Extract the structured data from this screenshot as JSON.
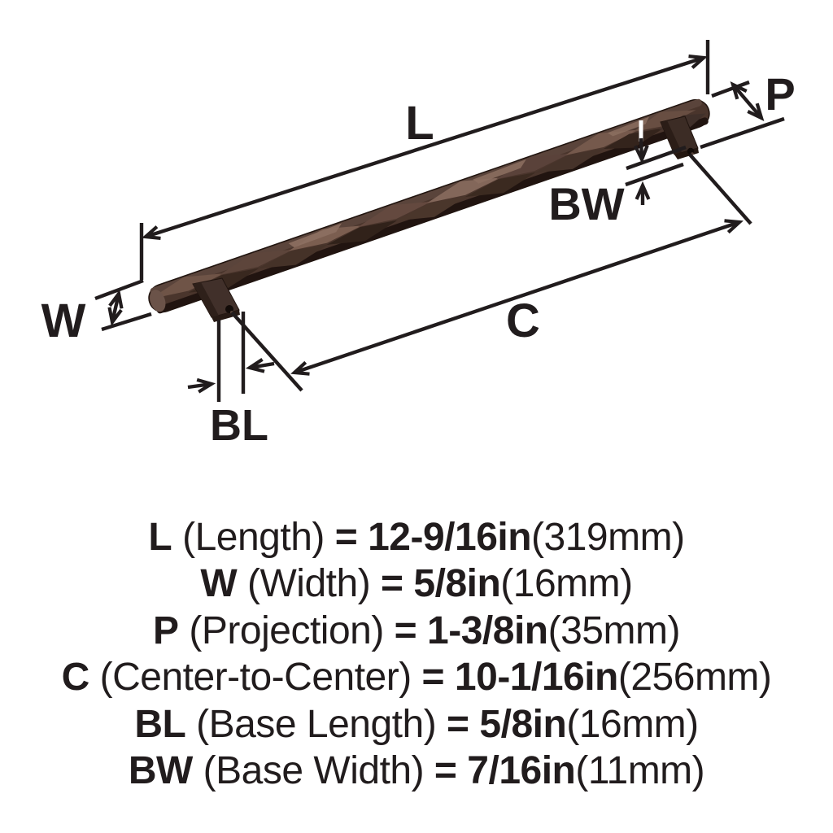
{
  "page": {
    "background": "#ffffff",
    "description": "Product dimension diagram of a faceted bar cabinet pull in oil-rubbed bronze with measurement callouts"
  },
  "diagram": {
    "labels": {
      "length": "L",
      "width": "W",
      "projection": "P",
      "center_to_center": "C",
      "base_length": "BL",
      "base_width": "BW"
    },
    "colors": {
      "line": "#211c1d",
      "bronze_outline": "#20140f",
      "bronze_base": "#4a352c",
      "bronze_dark": "#241711",
      "bronze_mid": "#63493d",
      "bronze_light": "#86685a"
    }
  },
  "specs": {
    "rows": [
      {
        "symbol": "L",
        "name": "(Length)",
        "equals": "=",
        "value": "12-9/16in",
        "metric": "(319mm)"
      },
      {
        "symbol": "W",
        "name": "(Width)",
        "equals": "=",
        "value": "5/8in",
        "metric": "(16mm)"
      },
      {
        "symbol": "P",
        "name": "(Projection)",
        "equals": "=",
        "value": "1-3/8in",
        "metric": "(35mm)"
      },
      {
        "symbol": "C",
        "name": "(Center-to-Center)",
        "equals": "=",
        "value": "10-1/16in",
        "metric": "(256mm)"
      },
      {
        "symbol": "BL",
        "name": "(Base Length)",
        "equals": "=",
        "value": "5/8in",
        "metric": "(16mm)"
      },
      {
        "symbol": "BW",
        "name": "(Base Width)",
        "equals": "=",
        "value": "7/16in",
        "metric": "(11mm)"
      }
    ]
  }
}
